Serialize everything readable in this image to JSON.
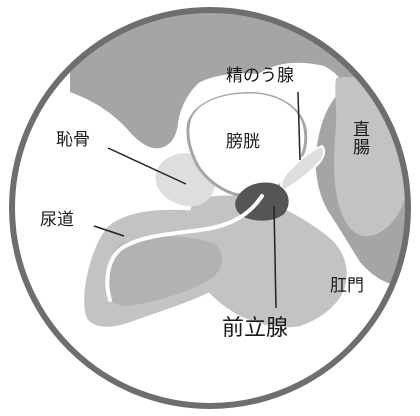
{
  "labels": {
    "pubic_bone": "恥骨",
    "urethra": "尿道",
    "bladder": "膀胱",
    "seminal_vesicle": "精のう腺",
    "rectum": "直腸",
    "anus": "肛門",
    "prostate": "前立腺"
  },
  "colors": {
    "frame": "#6e6e6e",
    "tissue_dark": "#a5a5a5",
    "tissue_mid": "#c3c3c3",
    "tissue_light": "#dedede",
    "prostate": "#555555",
    "outline": "#ffffff",
    "leader": "#222222"
  }
}
